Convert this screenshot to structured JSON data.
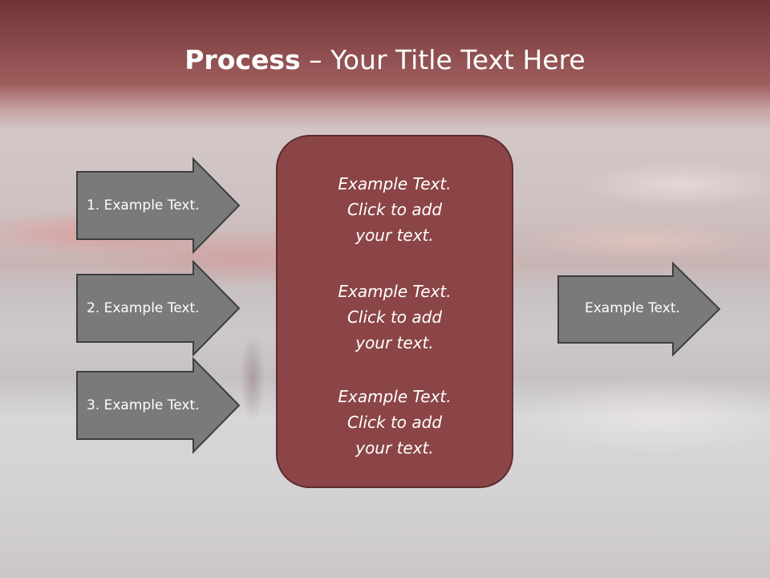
{
  "slide": {
    "title_bold": "Process",
    "title_rest": " – Your Title Text Here"
  },
  "left_arrows": [
    {
      "label": "1. Example Text."
    },
    {
      "label": "2. Example Text."
    },
    {
      "label": "3. Example Text."
    }
  ],
  "center_box": {
    "blocks": [
      {
        "line1": "Example Text.",
        "line2": "Click  to add",
        "line3": "your text."
      },
      {
        "line1": "Example Text.",
        "line2": "Click  to add",
        "line3": "your text."
      },
      {
        "line1": "Example Text.",
        "line2": "Click  to add",
        "line3": "your text."
      }
    ]
  },
  "right_arrow": {
    "label": "Example Text."
  },
  "colors": {
    "arrow_fill": "#7a7a7a",
    "arrow_stroke": "#3e3e3e",
    "box_fill": "#8b4546",
    "box_stroke": "#5e2c2d",
    "title_band": "#7a3a3c"
  }
}
